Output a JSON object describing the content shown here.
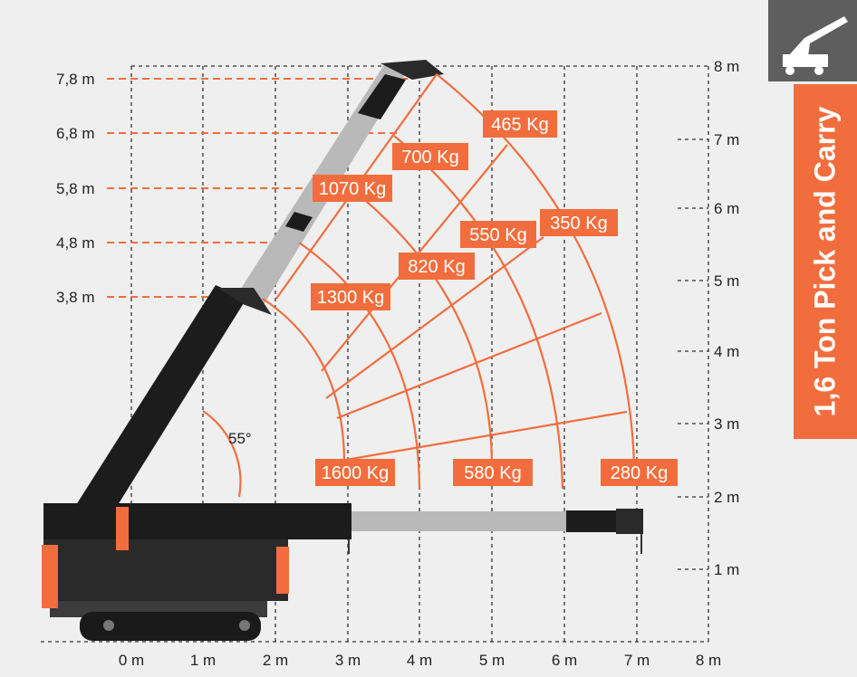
{
  "colors": {
    "accent": "#f26d3d",
    "grid": "#333333",
    "boom": "#1c1c1c",
    "boom_ext": "#b9b9b9",
    "sidebar_dark": "#5e5e5e",
    "background": "#efefef"
  },
  "sidebar": {
    "title": "1,6 Ton Pick and Carry",
    "icon": "crane-icon"
  },
  "axes": {
    "x_ticks": [
      "0 m",
      "1 m",
      "2 m",
      "3 m",
      "4 m",
      "5 m",
      "6 m",
      "7 m",
      "8 m"
    ],
    "y_ticks_right": [
      "1 m",
      "2 m",
      "3 m",
      "4 m",
      "5 m",
      "6 m",
      "7 m",
      "8 m"
    ],
    "height_marks_left": [
      "3,8 m",
      "4,8 m",
      "5,8 m",
      "6,8 m",
      "7,8 m"
    ]
  },
  "angle_label": "55°",
  "loads": [
    "1600 Kg",
    "580 Kg",
    "280 Kg",
    "1300 Kg",
    "820 Kg",
    "550 Kg",
    "350 Kg",
    "1070 Kg",
    "700 Kg",
    "465 Kg"
  ]
}
